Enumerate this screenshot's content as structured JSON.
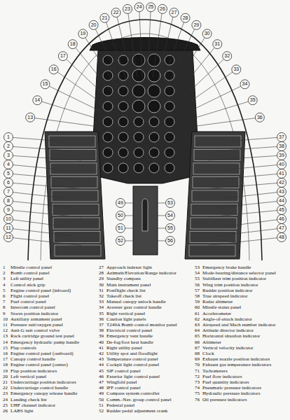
{
  "diagram": {
    "labels": [
      "1",
      "2",
      "3",
      "4",
      "5",
      "6",
      "7",
      "8",
      "9",
      "10",
      "11",
      "12",
      "13",
      "14",
      "15",
      "16",
      "17",
      "18",
      "19",
      "20",
      "21",
      "22",
      "23",
      "24",
      "25",
      "26",
      "27",
      "28",
      "29",
      "30",
      "31",
      "32",
      "33",
      "34",
      "35",
      "36",
      "37",
      "38",
      "39",
      "40",
      "41",
      "42",
      "43",
      "44",
      "45",
      "46",
      "47",
      "48",
      "49",
      "50",
      "51",
      "52",
      "53",
      "54",
      "55",
      "56",
      "1",
      "Missile control panel",
      "2",
      "Bomb control panel",
      "3",
      "Left utility panel",
      "4",
      "Control stick grip",
      "5",
      "Engine control panel (inboard)",
      "6",
      "Flight control panel",
      "7",
      "Fuel control panel",
      "8",
      "Intercom control panel",
      "9",
      "Stores position indicator",
      "10",
      "Auxiliary armament panel",
      "11",
      "Pressure suit/oxygen panel",
      "12",
      "Anti-G suit control valve",
      "13",
      "Rack cartridge ground test panel",
      "14",
      "Emergency hydraulic pump handle",
      "15",
      "Flap controls",
      "16",
      "Engine control panel (outboard)",
      "17",
      "Canopy control handle",
      "18",
      "Engine control panel (center)",
      "19",
      "Flap position indicators",
      "20",
      "Left vertical panel",
      "21",
      "Undercarriage position indicators",
      "22",
      "Undercarriage control handle",
      "23",
      "Emergency canopy release handle",
      "24",
      "Landing check list",
      "25",
      "UHF channel indicator",
      "26",
      "LABS light",
      "27",
      "Approach indexer light",
      "28",
      "Azimuth/Elevation/Range indicator",
      "29",
      "Standby compass",
      "30",
      "Main instrument panel",
      "31",
      "Postflight check list",
      "32",
      "Takeoff check list",
      "33",
      "Manual canopy unlock handle",
      "34",
      "Arrester gear control handle",
      "35",
      "Right vertical panel",
      "36",
      "Caution light panels",
      "37",
      "T249A Bomb control monitor panel",
      "38",
      "Electrical control panel",
      "39",
      "Emergency vent handle",
      "40",
      "De-fog/foot heat handle",
      "41",
      "Right utility panel",
      "42",
      "Utility spot and floodlight",
      "43",
      "Temperature control panel",
      "44",
      "Cockpit light control panel",
      "45",
      "SIF control panel",
      "46",
      "Exterior light control panel",
      "47",
      "Wingfold panel",
      "48",
      "IFF control panel",
      "49",
      "Compass system controller",
      "50",
      "Comm.-Nav. group control panel",
      "51",
      "Pedestal panel",
      "52",
      "Rudder pedal adjustment crank",
      "53",
      "Emergency brake handle",
      "54",
      "Mode-bearing/distance selector panel",
      "55",
      "Stabilizer trim position indicator",
      "56",
      "Wing trim position indicator",
      "57",
      "Rudder position indicator",
      "58",
      "True airspeed indicator",
      "59",
      "Radar altimeter",
      "60",
      "Missile status panel",
      "61",
      "Accelerometer",
      "62",
      "Angle-of-attack indicator",
      "63",
      "Airspeed and Mach number indicator",
      "64",
      "Attitude director indicator",
      "65",
      "Horizontal situation indicator",
      "66",
      "Altimeter",
      "67",
      "Vertical velocity indicator",
      "68",
      "Clock",
      "69",
      "Exhaust nozzle position indicators",
      "70",
      "Exhaust gas temperature indicators",
      "71",
      "Tachometers",
      "72",
      "Fuel flow indicators",
      "73",
      "Fuel quantity indicators",
      "74",
      "Pneumatic pressure indicators",
      "75",
      "Hydraulic pressure indicators",
      "76",
      "Oil pressure indicators"
    ]
  }
}
